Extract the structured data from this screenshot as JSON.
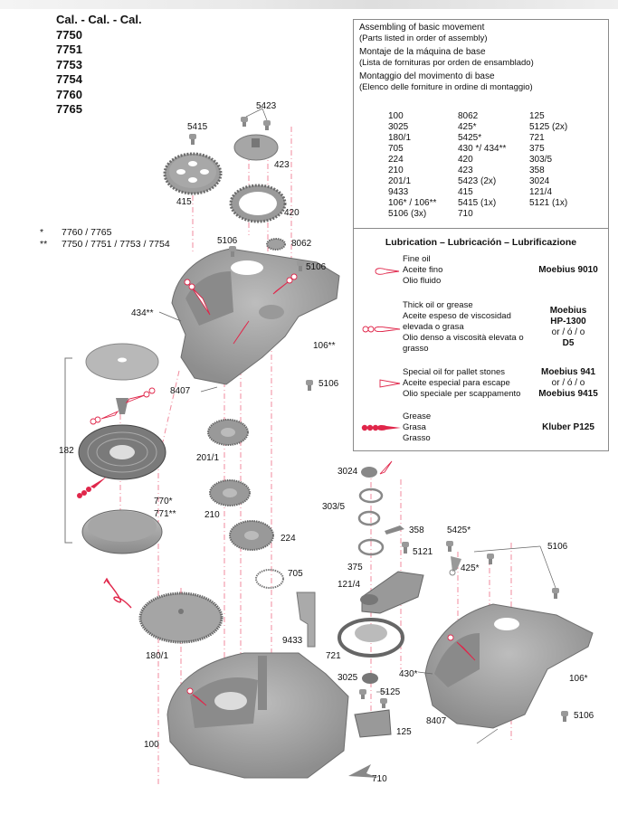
{
  "calibers": {
    "heading": "Cal. - Cal. - Cal.",
    "list": [
      "7750",
      "7751",
      "7753",
      "7754",
      "7760",
      "7765"
    ]
  },
  "footnotes": [
    {
      "symbol": "*",
      "text": "7760 / 7765"
    },
    {
      "symbol": "**",
      "text": "7750 / 7751 / 7753 / 7754"
    }
  ],
  "assembly_box": {
    "sections": [
      {
        "title": "Assembling of basic movement",
        "subtitle": "(Parts listed in order of assembly)"
      },
      {
        "title": "Montaje de la máquina de base",
        "subtitle": "(Lista de fornituras por orden de ensamblado)"
      },
      {
        "title": "Montaggio del movimento di base",
        "subtitle": "(Elenco delle forniture in ordine di montaggio)"
      }
    ],
    "parts_rows": [
      [
        "100",
        "8062",
        "125"
      ],
      [
        "3025",
        "425*",
        "5125   (2x)"
      ],
      [
        "180/1",
        "5425*",
        "721"
      ],
      [
        "705",
        "430 */ 434**",
        "375"
      ],
      [
        "224",
        "420",
        "303/5"
      ],
      [
        "210",
        "423",
        "358"
      ],
      [
        "201/1",
        "5423   (2x)",
        "3024"
      ],
      [
        "9433",
        "415",
        "121/4"
      ],
      [
        "106* / 106**",
        "5415   (1x)",
        "5121   (1x)"
      ],
      [
        "5106    (3x)",
        "710",
        ""
      ]
    ]
  },
  "lubrication": {
    "title": "Lubrication – Lubricación – Lubrificazione",
    "types": [
      {
        "icon": "fine-oil-icon",
        "lines": [
          "Fine oil",
          "Aceite fino",
          "Olio fluido"
        ],
        "product": [
          "Moebius 9010"
        ]
      },
      {
        "icon": "thick-oil-icon",
        "lines": [
          "Thick oil or grease",
          "Aceite espeso de viscosidad",
          "elevada o grasa",
          "Olio denso a viscosità elevata o",
          "grasso"
        ],
        "product": [
          "Moebius",
          "HP-1300",
          "or / ó / o",
          "D5"
        ]
      },
      {
        "icon": "special-oil-icon",
        "lines": [
          "Special oil for pallet stones",
          "Aceite especial para escape",
          "Olio speciale per scappamento"
        ],
        "product": [
          "Moebius 941",
          "or / ó / o",
          "Moebius 9415"
        ]
      },
      {
        "icon": "grease-icon",
        "lines": [
          "Grease",
          "Grasa",
          "Grasso"
        ],
        "product": [
          "Kluber P125"
        ]
      }
    ]
  },
  "colors": {
    "accent_red": "#e0264a",
    "dash_pink": "#f08a9c",
    "part_gray": "#9b9b9b",
    "border": "#8a8a8a"
  },
  "diagram_labels": {
    "p5423": "5423",
    "p5415": "5415",
    "p423": "423",
    "p415": "415",
    "p420": "420",
    "p5106a": "5106",
    "p8062": "8062",
    "p5106b": "5106",
    "p434": "434**",
    "p106b": "106**",
    "p5106c": "5106",
    "p8407a": "8407",
    "p182": "182",
    "p770": "770*",
    "p771": "771**",
    "p2011": "201/1",
    "p210": "210",
    "p224": "224",
    "p705": "705",
    "p1801": "180/1",
    "p9433": "9433",
    "p100": "100",
    "p3024": "3024",
    "p3035": "303/5",
    "p358": "358",
    "p5121": "5121",
    "p375": "375",
    "p1214": "121/4",
    "p721": "721",
    "p3025": "3025",
    "p5125": "5125",
    "p125": "125",
    "p710": "710",
    "p5425": "5425*",
    "p425": "425*",
    "p5106d": "5106",
    "p430": "430*",
    "p106a": "106*",
    "p8407b": "8407",
    "p5106e": "5106"
  }
}
